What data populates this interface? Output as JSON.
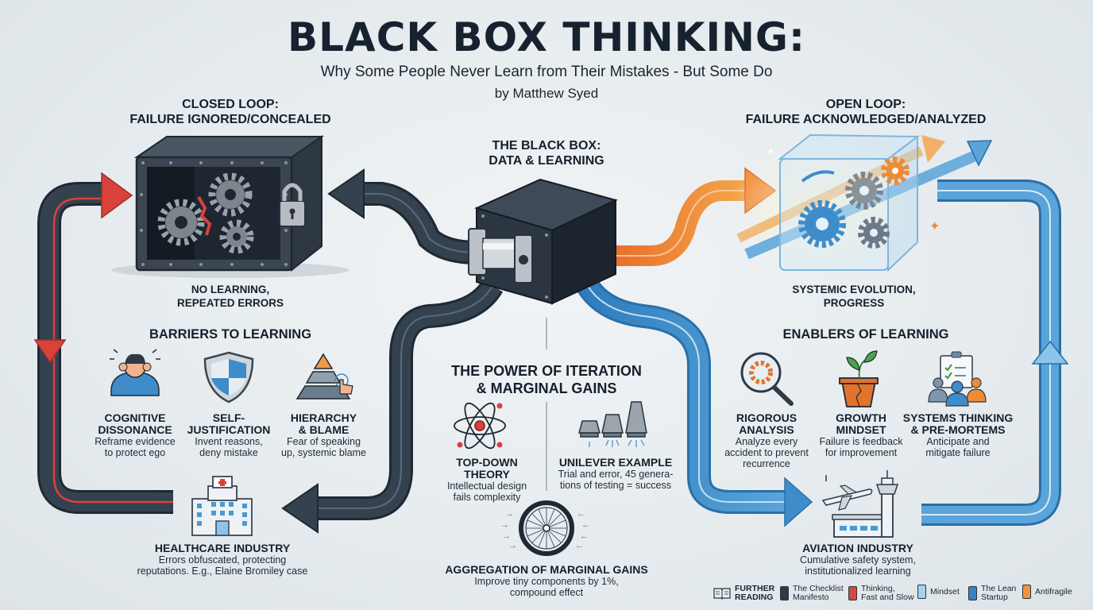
{
  "header": {
    "title": "BLACK BOX THINKING:",
    "subtitle": "Why Some People Never Learn from Their Mistakes - But Some Do",
    "author": "by Matthew Syed"
  },
  "closed_loop": {
    "heading_line1": "CLOSED LOOP:",
    "heading_line2": "FAILURE IGNORED/CONCEALED",
    "outcome_line1": "NO LEARNING,",
    "outcome_line2": "REPEATED ERRORS",
    "icon": "locked-broken-gears-box-icon"
  },
  "black_box": {
    "heading_line1": "THE BLACK BOX:",
    "heading_line2": "DATA & LEARNING",
    "icon": "black-box-recorder-icon"
  },
  "open_loop": {
    "heading_line1": "OPEN LOOP:",
    "heading_line2": "FAILURE ACKNOWLEDGED/ANALYZED",
    "outcome_line1": "SYSTEMIC EVOLUTION,",
    "outcome_line2": "PROGRESS",
    "icon": "glass-box-gears-icon"
  },
  "barriers": {
    "heading": "BARRIERS TO LEARNING",
    "items": [
      {
        "title_line1": "COGNITIVE",
        "title_line2": "DISSONANCE",
        "desc_line1": "Reframe evidence",
        "desc_line2": "to protect ego",
        "icon": "person-covering-ears-icon"
      },
      {
        "title_line1": "SELF-",
        "title_line2": "JUSTIFICATION",
        "desc_line1": "Invent reasons,",
        "desc_line2": "deny mistake",
        "icon": "shield-icon"
      },
      {
        "title_line1": "HIERARCHY",
        "title_line2": "& BLAME",
        "desc_line1": "Fear of speaking",
        "desc_line2": "up, systemic blame",
        "icon": "pyramid-hand-icon"
      }
    ]
  },
  "enablers": {
    "heading": "ENABLERS OF LEARNING",
    "items": [
      {
        "title_line1": "RIGOROUS",
        "title_line2": "ANALYSIS",
        "desc_line1": "Analyze every",
        "desc_line2": "accident to prevent",
        "desc_line3": "recurrence",
        "icon": "magnifier-gear-icon"
      },
      {
        "title_line1": "GROWTH",
        "title_line2": "MINDSET",
        "desc_line1": "Failure is feedback",
        "desc_line2": "for improvement",
        "icon": "plant-pot-icon"
      },
      {
        "title_line1": "SYSTEMS THINKING",
        "title_line2": "& PRE-MORTEMS",
        "desc_line1": "Anticipate and",
        "desc_line2": "mitigate failure",
        "icon": "team-checklist-icon"
      }
    ]
  },
  "iteration": {
    "heading_line1": "THE POWER OF ITERATION",
    "heading_line2": "& MARGINAL GAINS",
    "items": [
      {
        "title": "TOP-DOWN THEORY",
        "desc_line1": "Intellectual design",
        "desc_line2": "fails complexity",
        "icon": "atom-icon"
      },
      {
        "title": "UNILEVER EXAMPLE",
        "desc_line1": "Trial and error, 45 genera-",
        "desc_line2": "tions of testing = success",
        "icon": "nozzles-icon"
      },
      {
        "title": "AGGREGATION OF MARGINAL GAINS",
        "desc_line1": "Improve tiny components by 1%,",
        "desc_line2": "compound effect",
        "icon": "bicycle-wheel-icon"
      }
    ]
  },
  "industries": {
    "healthcare": {
      "title": "HEALTHCARE INDUSTRY",
      "desc_line1": "Errors obfuscated, protecting",
      "desc_line2": "reputations. E.g., Elaine Bromiley case",
      "icon": "hospital-icon"
    },
    "aviation": {
      "title": "AVIATION INDUSTRY",
      "desc_line1": "Cumulative safety system,",
      "desc_line2": "institutionalized learning",
      "icon": "airport-tower-plane-icon"
    }
  },
  "further_reading": {
    "label_line1": "FURTHER",
    "label_line2": "READING",
    "books": [
      {
        "line1": "The Checklist",
        "line2": "Manifesto",
        "color": "#2e3b4a"
      },
      {
        "line1": "Thinking,",
        "line2": "Fast and Slow",
        "color": "#d9463f"
      },
      {
        "line1": "Mindset",
        "line2": "",
        "color": "#a9d2ea"
      },
      {
        "line1": "The Lean",
        "line2": "Startup",
        "color": "#3a82c4"
      },
      {
        "line1": "Antifragile",
        "line2": "",
        "color": "#f0953a"
      }
    ]
  },
  "colors": {
    "dark_loop": "#2e3a48",
    "red_accent": "#d9413b",
    "blue_loop": "#3f8ccb",
    "orange_accent": "#ef8a35"
  }
}
